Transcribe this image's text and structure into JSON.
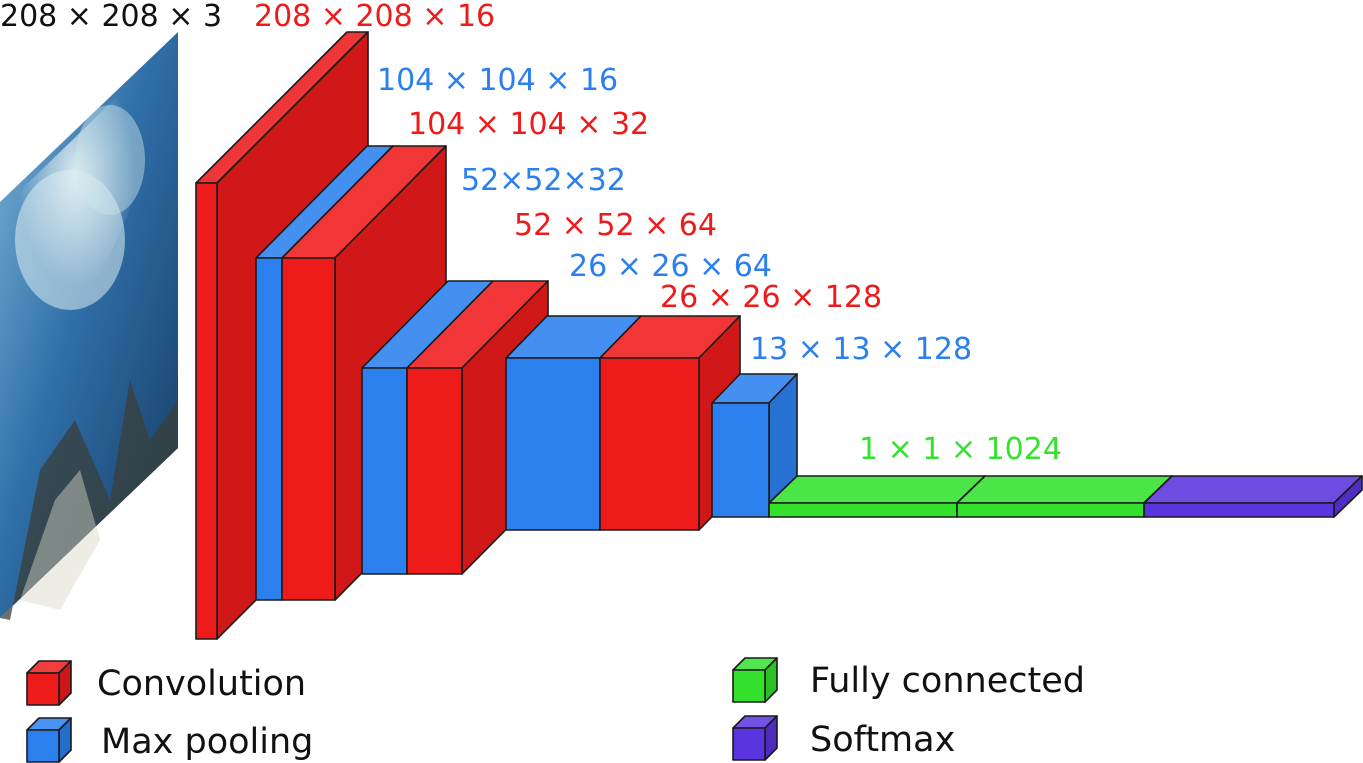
{
  "colors": {
    "convolution": "#ee1b1b",
    "max_pooling": "#2b80ee",
    "fully_connected": "#34e22e",
    "softmax": "#5a34de"
  },
  "input_label": "208 × 208 × 3",
  "layer_labels": {
    "conv1": "208 × 208 × 16",
    "pool1": "104 × 104 × 16",
    "conv2": "104 × 104 × 32",
    "pool2": "52×52×32",
    "conv3": "52 × 52 × 64",
    "pool3": "26 × 26 × 64",
    "conv4": "26 × 26 × 128",
    "pool4": "13 × 13 × 128",
    "fc": "1 × 1 × 1024"
  },
  "legend": {
    "convolution": "Convolution",
    "max_pooling": "Max  pooling",
    "fully_connected": "Fully  connected",
    "softmax": "Softmax"
  }
}
